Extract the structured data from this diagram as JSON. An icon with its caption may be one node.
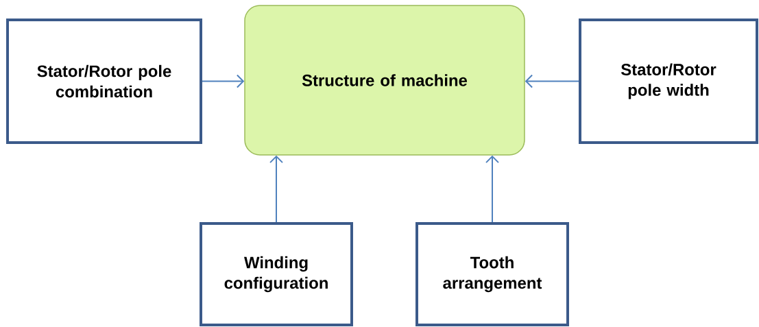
{
  "diagram": {
    "nodes": [
      {
        "text": [
          "Structure of machine"
        ]
      },
      {
        "text": [
          "Stator/Rotor pole combination"
        ]
      },
      {
        "text": [
          "Stator/Rotor pole width"
        ]
      },
      {
        "text": [
          "Winding configuration"
        ]
      },
      {
        "text": [
          "Tooth arrangement"
        ]
      }
    ],
    "edges": [
      {
        "from": 1,
        "to": 0,
        "arrow": "to"
      },
      {
        "from": 2,
        "to": 0,
        "arrow": "to"
      },
      {
        "from": 3,
        "to": 0,
        "arrow": "to"
      },
      {
        "from": 4,
        "to": 0,
        "arrow": "to"
      }
    ]
  }
}
